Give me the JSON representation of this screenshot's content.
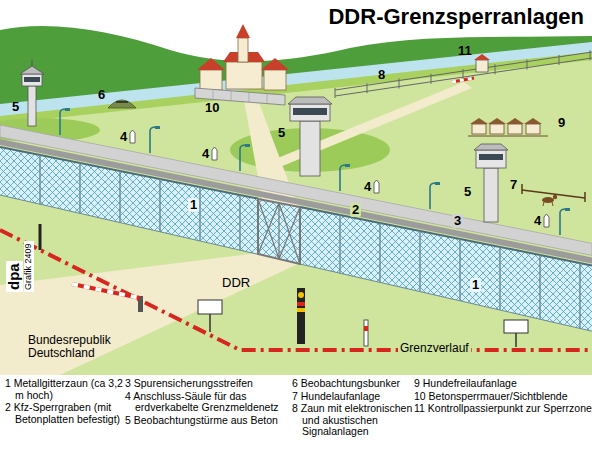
{
  "diagram": {
    "title": "DDR-Grenzsperranlagen",
    "labels": [
      "11",
      "6",
      "10",
      "8",
      "5",
      "5",
      "4",
      "4",
      "4",
      "4",
      "9",
      "5",
      "7",
      "1",
      "2",
      "3",
      "1",
      "DDR",
      "Bundesrepublik Deutschland",
      "Grenzverlauf",
      "dpa",
      "Grafik 2409",
      "1 Metallgitterzaun (ca 3,2 m hoch)",
      "2 Kfz-Sperrgraben (mit Betonplatten befestigt)",
      "3 Spurensicherungsstreifen",
      "4 Anschluss-Säule für das erdverkabelte Grenzmeldenetz",
      "5 Beobachtungstürme aus Beton",
      "6 Beobachtungsbunker",
      "7 Hundelaufanlage",
      "8 Zaun mit elektronischen und akustischen Signalanlagen",
      "9 Hundefreilaufanlage",
      "10 Betonsperrmauer/Sichtblende",
      "11 Kontrollpassierpunkt zur Sperrzone"
    ]
  }
}
